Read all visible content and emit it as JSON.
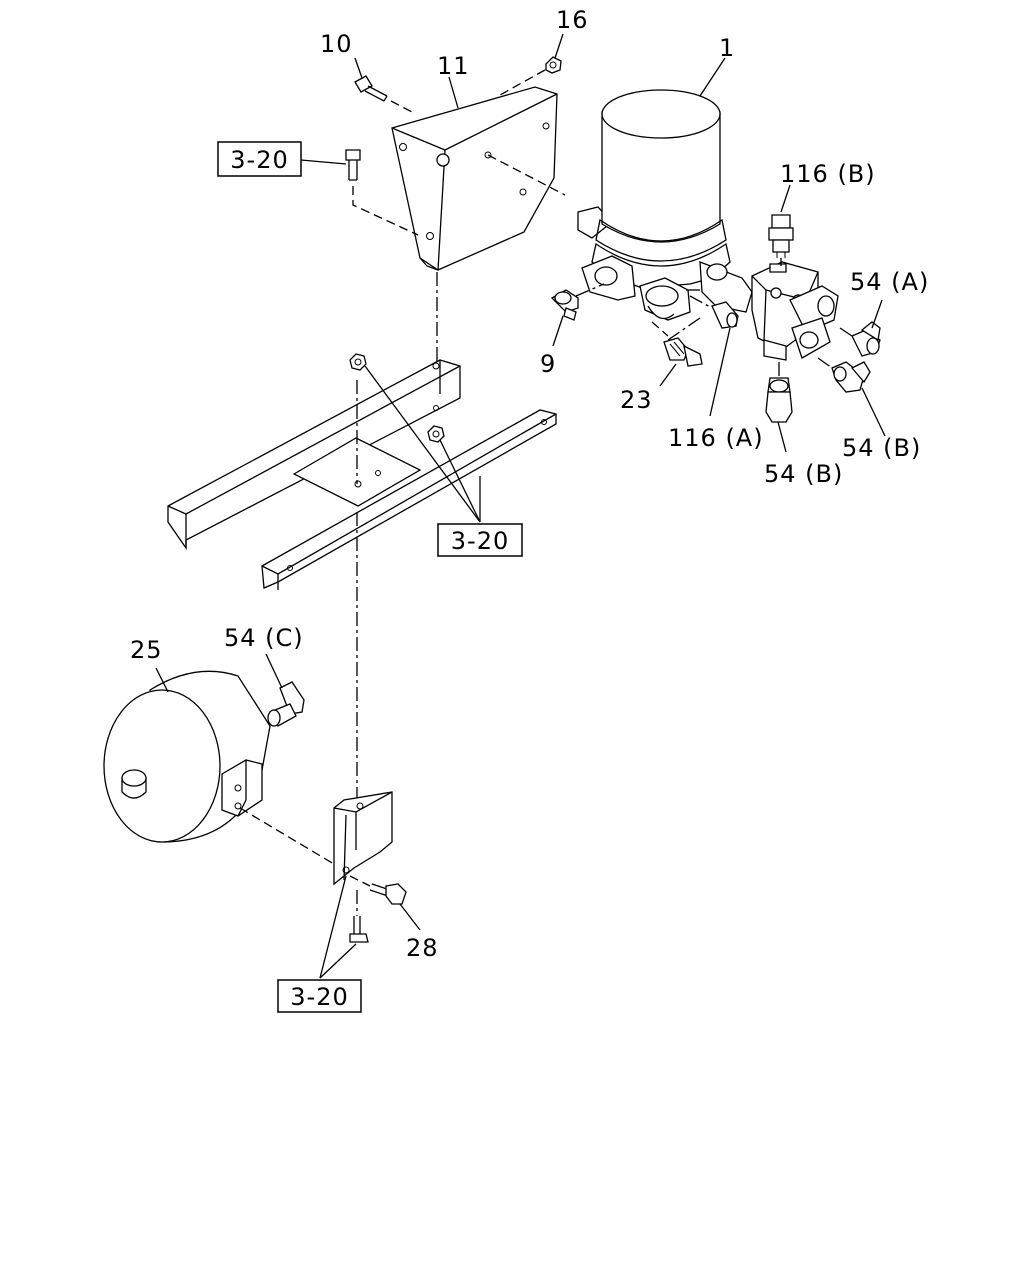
{
  "labels": {
    "p1": "1",
    "p9": "9",
    "p10": "10",
    "p11": "11",
    "p16": "16",
    "p23": "23",
    "p25": "25",
    "p28": "28",
    "p54a": "54 (A)",
    "p54b_right": "54 (B)",
    "p54b_bottom": "54 (B)",
    "p54c": "54 (C)",
    "p116a": "116 (A)",
    "p116b": "116 (B)"
  },
  "refs": {
    "ref_top": "3-20",
    "ref_mid": "3-20",
    "ref_bottom": "3-20"
  }
}
